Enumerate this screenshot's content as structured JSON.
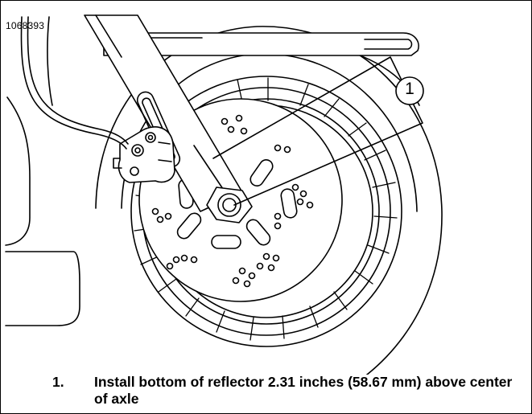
{
  "figure": {
    "id_label": "1068393",
    "callout_number": "1"
  },
  "legend": {
    "items": [
      {
        "number": "1.",
        "text": "Install bottom of reflector 2.31 inches (58.67 mm) above center of axle"
      }
    ]
  },
  "colors": {
    "line": "#000000",
    "background": "#ffffff"
  },
  "icons": [
    "front-wheel-illustration",
    "callout-circle"
  ]
}
